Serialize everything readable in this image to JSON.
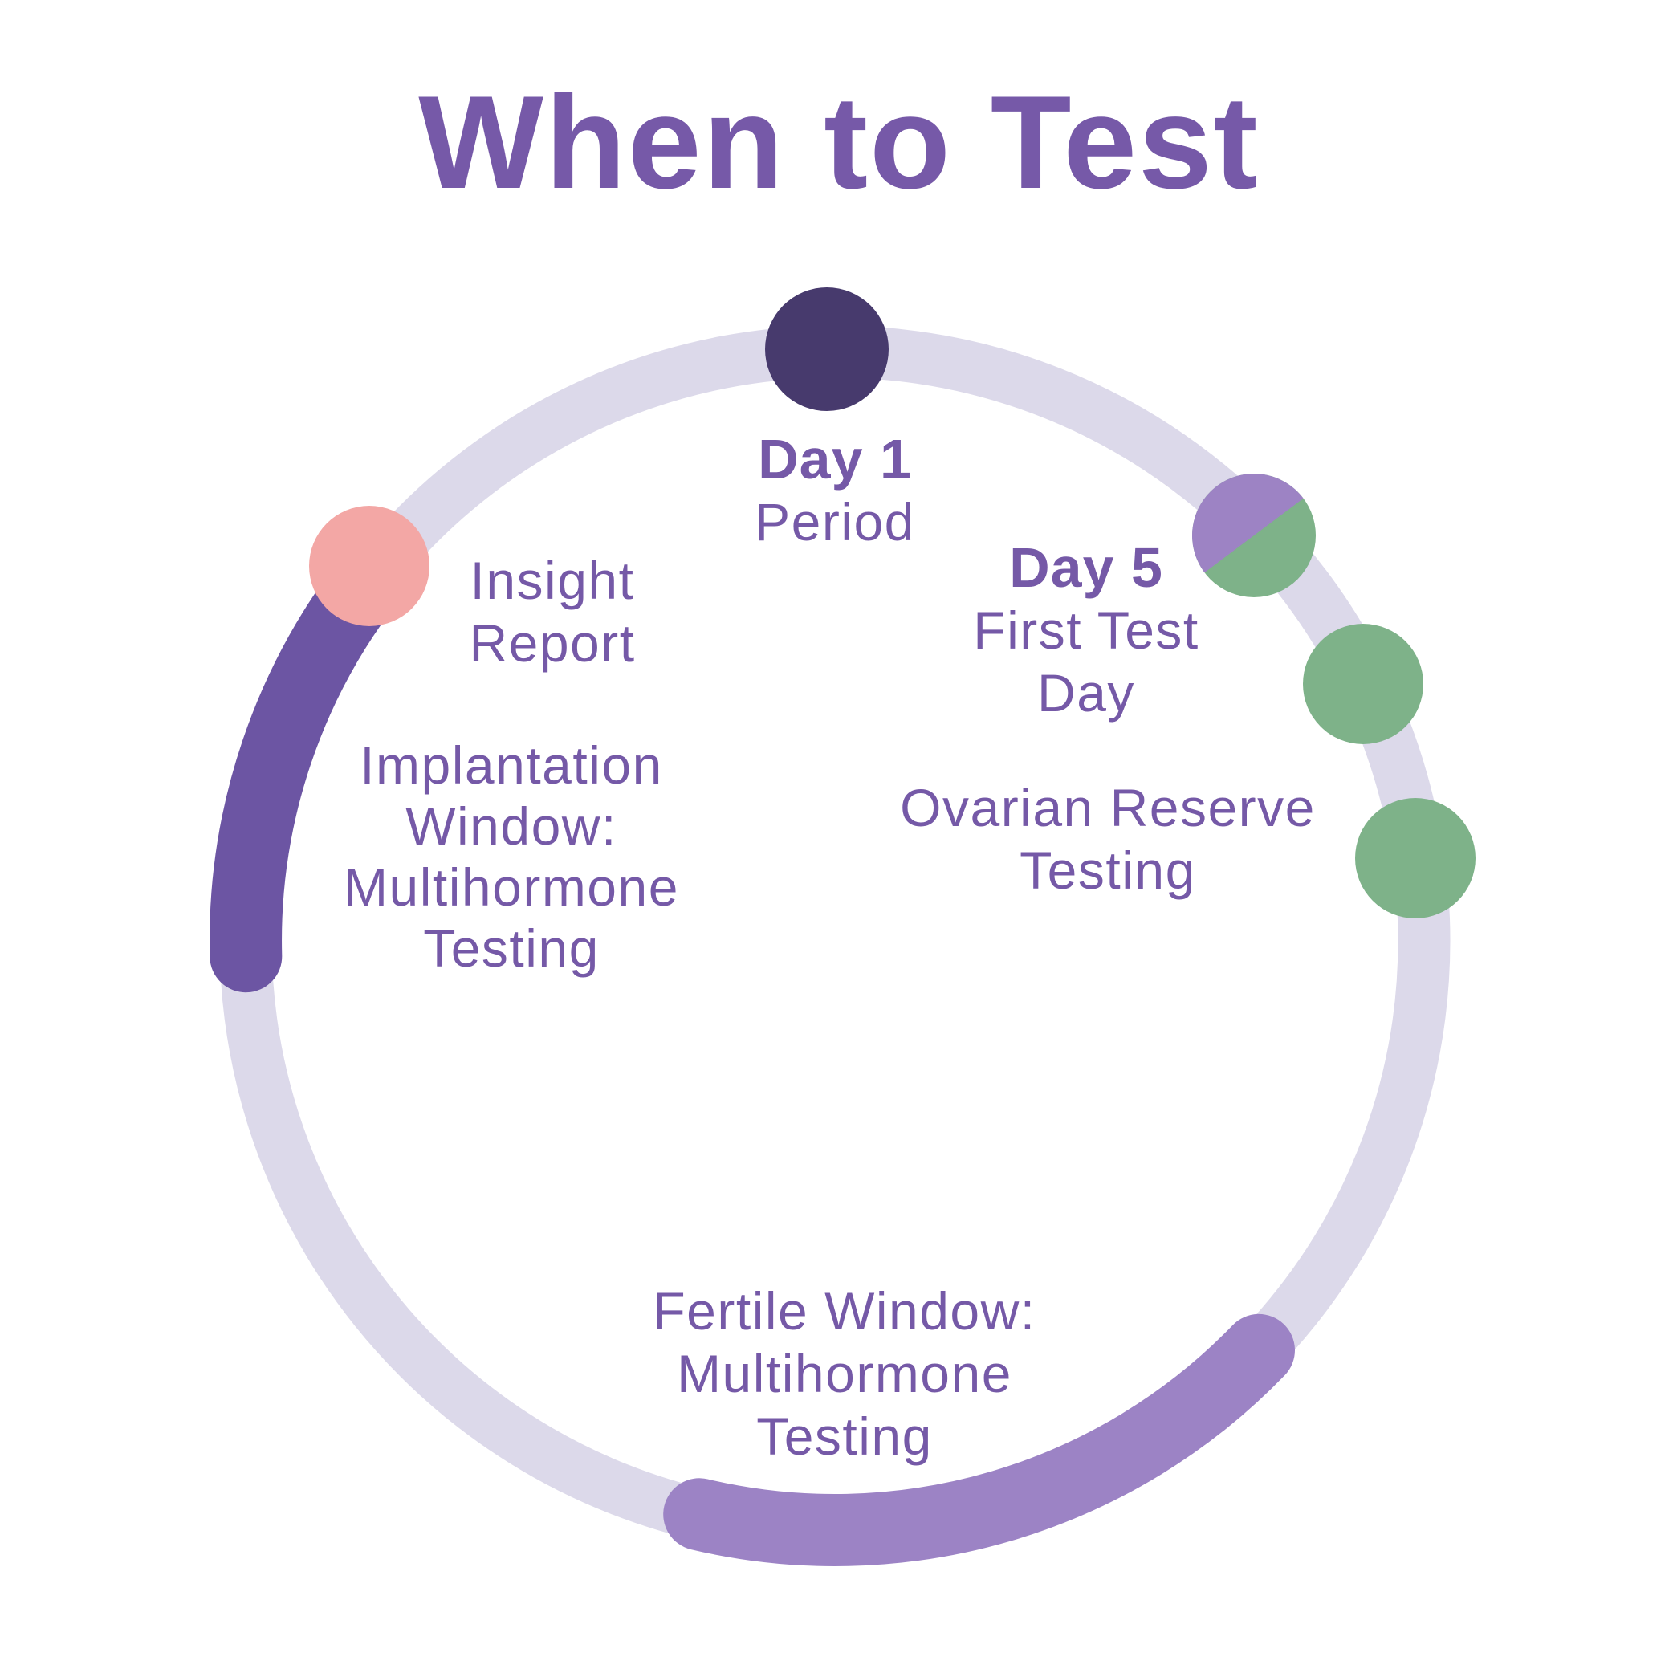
{
  "title": "When to Test",
  "colors": {
    "ring": "#DCD9EA",
    "day1_dot": "#473A6D",
    "day5_half_purple": "#9D83C4",
    "green_dot": "#7EB289",
    "pink_dot": "#F3A7A5",
    "implantation_arc": "#6C55A3",
    "fertile_arc": "#9C83C5",
    "text_purple": "#7559A7",
    "title_purple": "#7659A8"
  },
  "markers": {
    "day1": {
      "title": "Day 1",
      "subtitle": "Period"
    },
    "day5": {
      "title": "Day 5",
      "subtitle_line1": "First Test",
      "subtitle_line2": "Day"
    },
    "ovarian_reserve": {
      "line1": "Ovarian Reserve",
      "line2": "Testing"
    },
    "insight_report": {
      "line1": "Insight",
      "line2": "Report"
    },
    "implantation_window": {
      "line1": "Implantation",
      "line2": "Window:",
      "line3": "Multihormone",
      "line4": "Testing"
    },
    "fertile_window": {
      "line1": "Fertile Window:",
      "line2": "Multihormone",
      "line3": "Testing"
    }
  }
}
